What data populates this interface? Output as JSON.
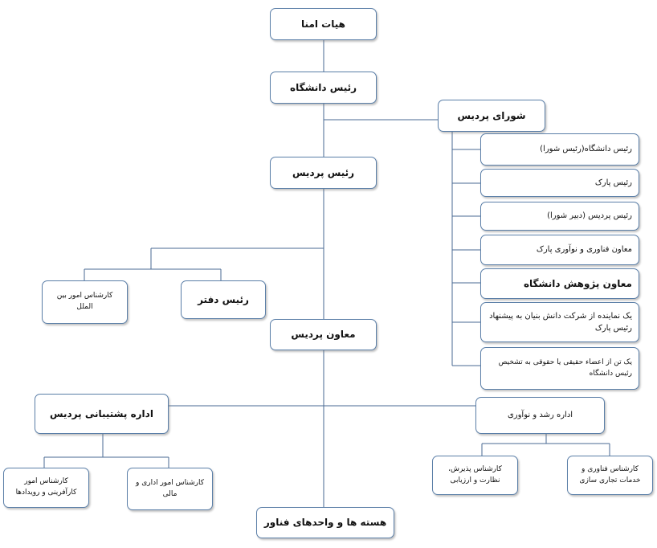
{
  "org_chart": {
    "board_of_trustees": "هیات امنا",
    "university_president": "رئیس دانشگاه",
    "campus_council": "شورای پردیس",
    "council_members": [
      "رئیس دانشگاه(رئیس شورا)",
      "رئیس پارک",
      "رئیس پردیس (دبیر شورا)",
      "معاون فناوری و نوآوری پارک",
      "معاون پژوهش دانشگاه",
      "یک نماینده از شرکت دانش بنیان به پیشنهاد رئیس پارک",
      "یک تن از اعضاء حقیقی یا حقوقی به تشخیص رئیس دانشگاه"
    ],
    "campus_head": "رئیس پردیس",
    "office_head": "رئیس دفتر",
    "international_expert": "کارشناس امور بین الملل",
    "deputy": "معاون پردیس",
    "support_admin": "اداره پشتیبانی پردیس",
    "admin_finance_expert": "کارشناس امور اداری و مالی",
    "entrepreneurship_expert": "کارشناس امور کارآفرینی و رویدادها",
    "growth_innovation": "اداره رشد و نوآوری",
    "admission_expert": "کارشناس پذیرش، نظارت و ارزیابی",
    "technology_expert": "کارشناس فناوری و خدمات تجاری سازی",
    "tech_units": "هسته ها و واحدهای فناور"
  }
}
